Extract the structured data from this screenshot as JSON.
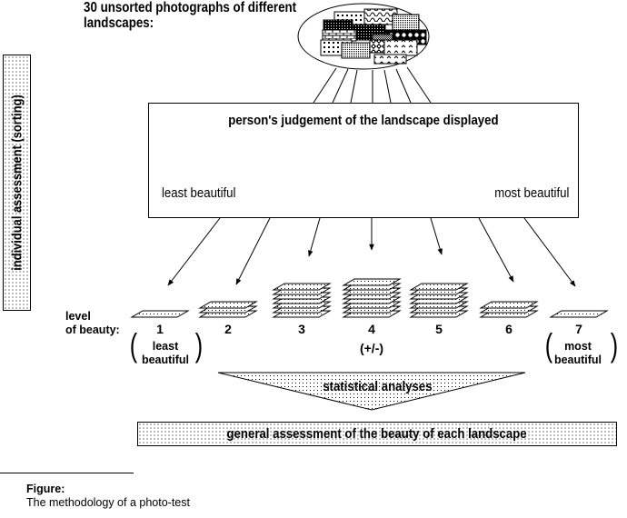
{
  "top_title": "30 unsorted photographs of different landscapes:",
  "top_title_lines": [
    "30 unsorted photographs of different",
    "landscapes:"
  ],
  "side_label": "individual assessment (sorting)",
  "judgement": {
    "title": "person's judgement of the landscape displayed",
    "left_end": "least beautiful",
    "right_end": "most beautiful"
  },
  "level_label_lines": [
    "level",
    "of beauty:"
  ],
  "levels": [
    {
      "number": "1",
      "photo_count": 1,
      "note": "least beautiful",
      "note_lines": [
        "least",
        "beautiful"
      ],
      "parenthesized": true
    },
    {
      "number": "2",
      "photo_count": 3,
      "note": "",
      "note_lines": [],
      "parenthesized": false
    },
    {
      "number": "3",
      "photo_count": 7,
      "note": "",
      "note_lines": [],
      "parenthesized": false
    },
    {
      "number": "4",
      "photo_count": 8,
      "note": "(+/-)",
      "note_lines": [
        "(+/-)"
      ],
      "parenthesized": false
    },
    {
      "number": "5",
      "photo_count": 7,
      "note": "",
      "note_lines": [],
      "parenthesized": false
    },
    {
      "number": "6",
      "photo_count": 3,
      "note": "",
      "note_lines": [],
      "parenthesized": false
    },
    {
      "number": "7",
      "photo_count": 1,
      "note": "most beautiful",
      "note_lines": [
        "most",
        "beautiful"
      ],
      "parenthesized": true
    }
  ],
  "statistical_label": "statistical analyses",
  "general_assessment": "general assessment of the beauty of each landscape",
  "figure": {
    "label": "Figure:",
    "caption": "The methodology of a photo-test"
  }
}
